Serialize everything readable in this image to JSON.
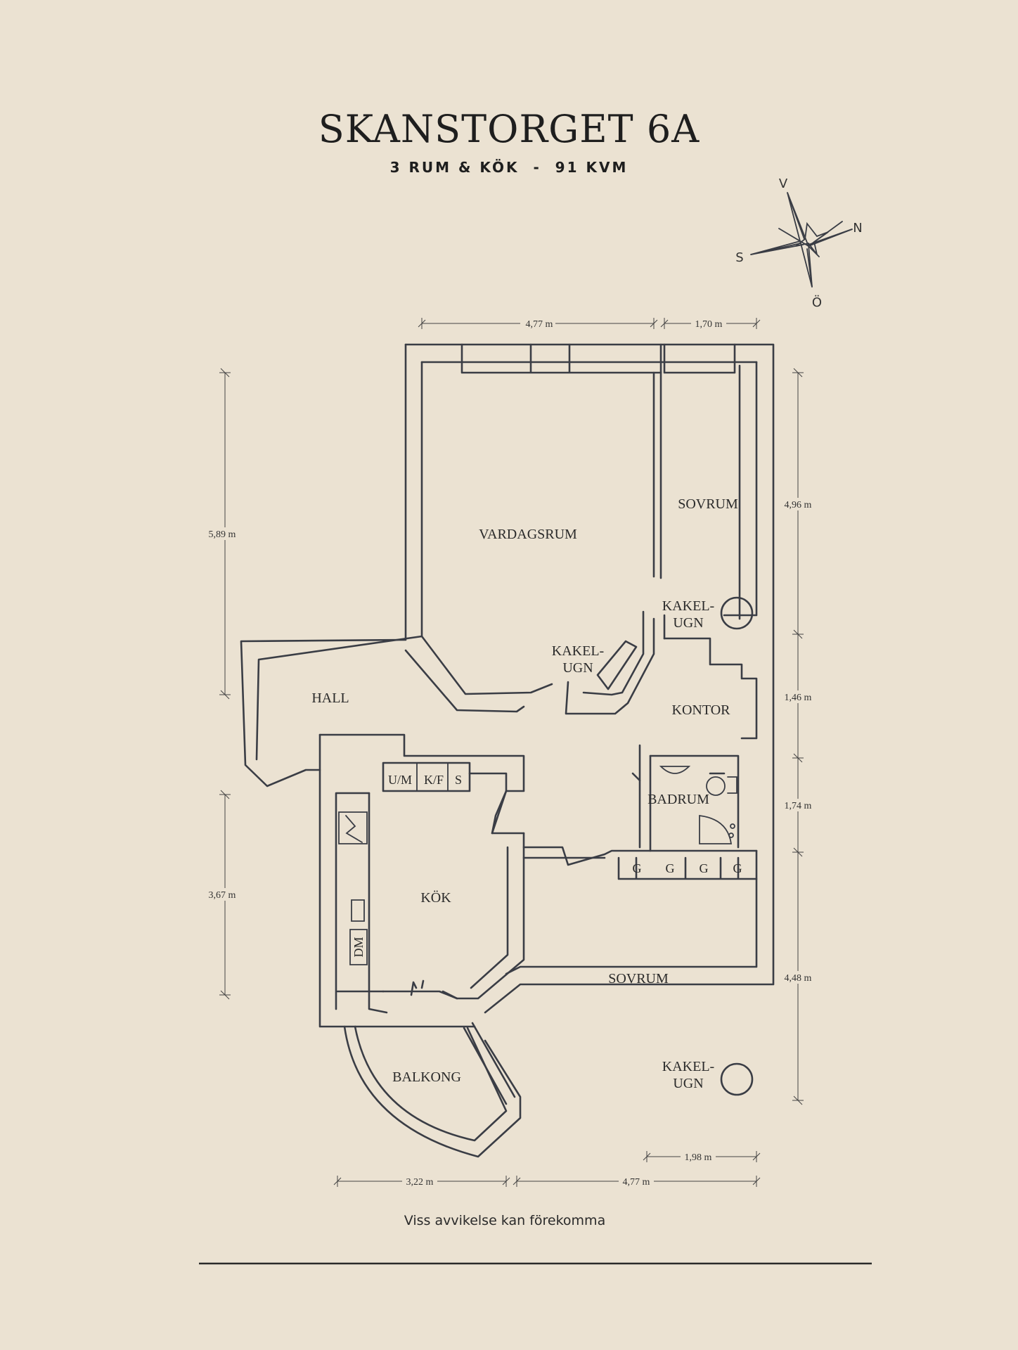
{
  "title": "SKANSTORGET 6A",
  "subtitle": "3 RUM & KÖK  -  91 KVM",
  "note": "Viss avvikelse kan förekomma",
  "compass": {
    "north": "N",
    "south": "S",
    "west": "V",
    "east": "Ö"
  },
  "rooms": {
    "vardagsrum": "VARDAGSRUM",
    "sovrum_top": "SOVRUM",
    "kakelugn_top_1": "KAKEL-",
    "kakelugn_top_2": "UGN",
    "kakelugn_mid_1": "KAKEL-",
    "kakelugn_mid_2": "UGN",
    "hall": "HALL",
    "kontor": "KONTOR",
    "badrum": "BADRUM",
    "kok": "KÖK",
    "sovrum_bottom": "SOVRUM",
    "kakelugn_bottom_1": "KAKEL-",
    "kakelugn_bottom_2": "UGN",
    "balkong": "BALKONG"
  },
  "fixtures": {
    "um": "U/M",
    "kf": "K/F",
    "s": "S",
    "dm": "DM",
    "g": "G"
  },
  "dimensions": {
    "top_left": "4,77 m",
    "top_right": "1,70 m",
    "left_upper": "5,89 m",
    "left_lower": "3,67 m",
    "right_1": "4,96 m",
    "right_2": "1,46 m",
    "right_3": "1,74 m",
    "right_4": "4,48 m",
    "bottom_right_short": "1,98 m",
    "bottom_left": "3,22 m",
    "bottom_right": "4,77 m"
  }
}
